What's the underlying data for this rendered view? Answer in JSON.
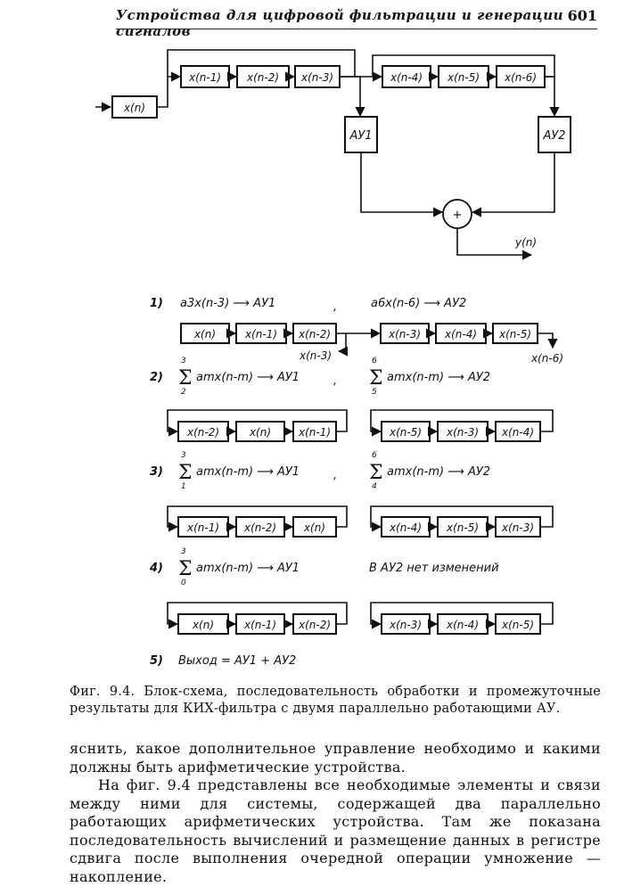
{
  "header": {
    "running_title": "Устройства для цифровой фильтрации и генерации сигналов",
    "page_number": "601"
  },
  "diagram": {
    "input": "x(n)",
    "reg1": [
      "x(n-1)",
      "x(n-2)",
      "x(n-3)"
    ],
    "reg2": [
      "x(n-4)",
      "x(n-5)",
      "x(n-6)"
    ],
    "au1": "АУ1",
    "au2": "АУ2",
    "adder": "+",
    "output": "y(n)"
  },
  "steps": {
    "s1": {
      "num": "1)",
      "left": "a3x(n-3) ⟶ АУ1",
      "sep": ",",
      "right": "a6x(n-6) ⟶ АУ2",
      "reg_left": [
        "x(n)",
        "x(n-1)",
        "x(n-2)"
      ],
      "reg_right": [
        "x(n-3)",
        "x(n-4)",
        "x(n-5)"
      ],
      "out_left": "x(n-3)",
      "out_right": "x(n-6)"
    },
    "s2": {
      "num": "2)",
      "sum_left": {
        "top": "3",
        "bottom": "2",
        "expr": "amx(n-m) ⟶ АУ1"
      },
      "sep": ",",
      "sum_right": {
        "top": "6",
        "bottom": "5",
        "expr": "amx(n-m) ⟶ АУ2"
      },
      "reg_left": [
        "x(n-2)",
        "x(n)",
        "x(n-1)"
      ],
      "reg_right": [
        "x(n-5)",
        "x(n-3)",
        "x(n-4)"
      ]
    },
    "s3": {
      "num": "3)",
      "sum_left": {
        "top": "3",
        "bottom": "1",
        "expr": "amx(n-m) ⟶ АУ1"
      },
      "sep": ",",
      "sum_right": {
        "top": "6",
        "bottom": "4",
        "expr": "amx(n-m) ⟶ АУ2"
      },
      "reg_left": [
        "x(n-1)",
        "x(n-2)",
        "x(n)"
      ],
      "reg_right": [
        "x(n-4)",
        "x(n-5)",
        "x(n-3)"
      ]
    },
    "s4": {
      "num": "4)",
      "sum_left": {
        "top": "3",
        "bottom": "0",
        "expr": "amx(n-m) ⟶ АУ1"
      },
      "right_text": "В АУ2 нет изменений",
      "reg_left": [
        "x(n)",
        "x(n-1)",
        "x(n-2)"
      ],
      "reg_right": [
        "x(n-3)",
        "x(n-4)",
        "x(n-5)"
      ]
    },
    "s5": {
      "num": "5)",
      "text": "Выход = АУ1 + АУ2"
    }
  },
  "caption": "Фиг. 9.4. Блок-схема, последовательность обработки и промежуточные результаты для КИХ-фильтра с двумя параллельно работающими АУ.",
  "body": {
    "p1": "яснить, какое дополнительное управление необходимо и какими должны быть арифметические устройства.",
    "p2": "На фиг. 9.4 представлены все необходимые элементы и связи между ними для системы, содержащей два параллельно работающих арифметических устройства. Там же показана последовательность вычислений и размещение данных в регистре сдвига после выполнения очередной операции умножение — накопление."
  }
}
